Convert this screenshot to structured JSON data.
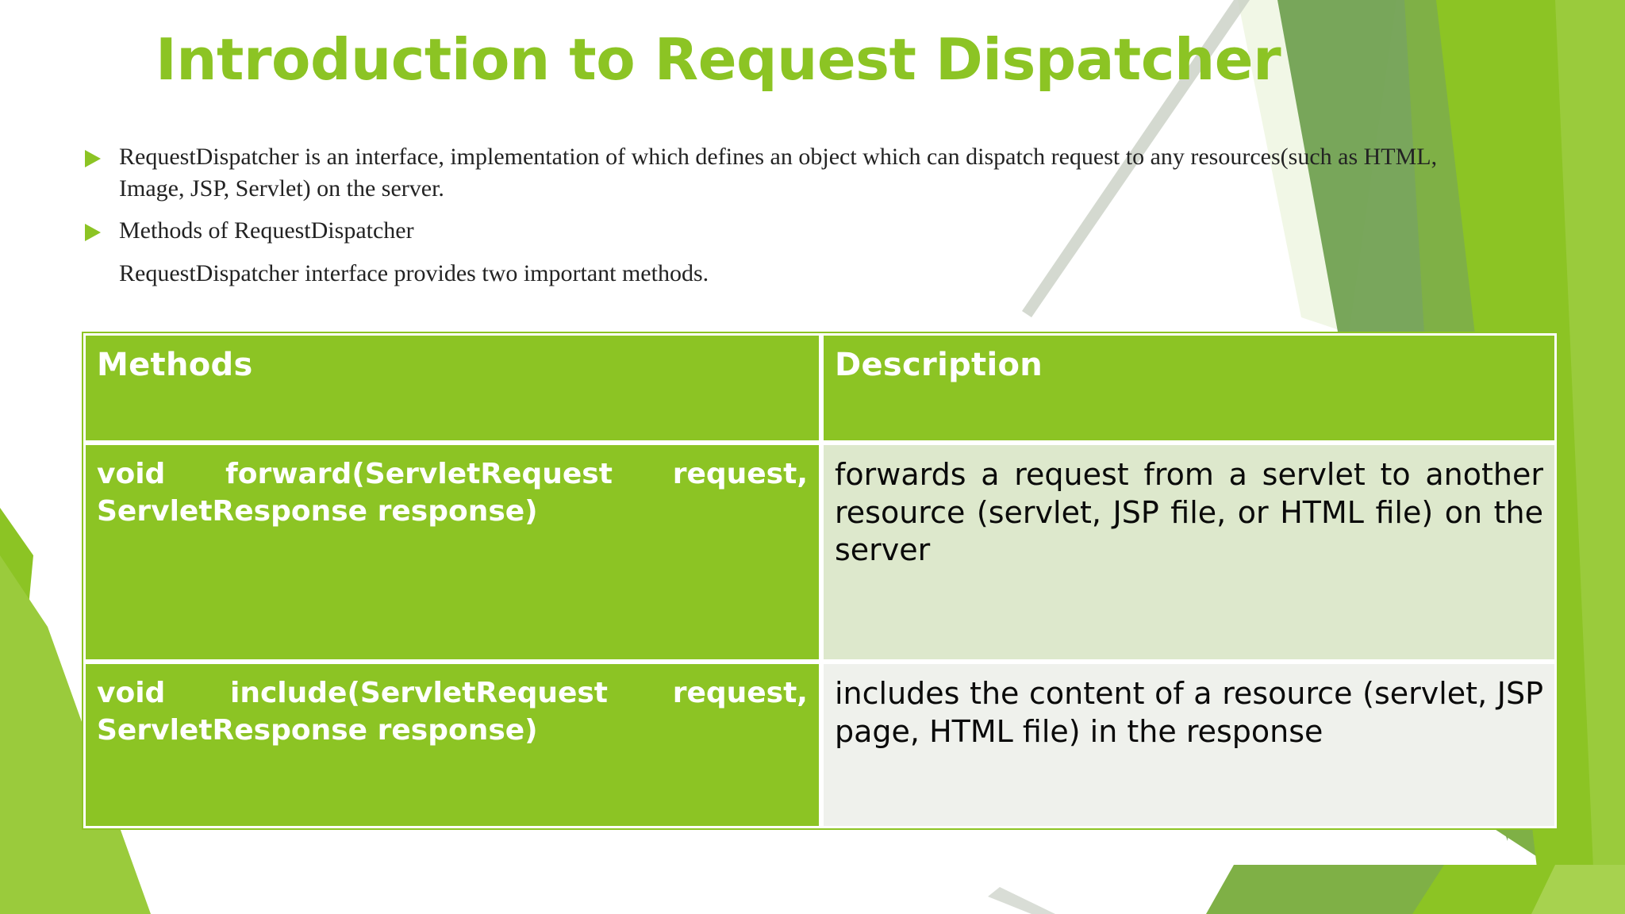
{
  "slide": {
    "title": "Introduction to Request Dispatcher",
    "accent_color": "#8CC424",
    "title_color": "#8CC424",
    "background_color": "#FFFFFF",
    "bullets": [
      {
        "marker": "triangle-right-bullet",
        "text": "RequestDispatcher is an interface, implementation of which defines an object which can dispatch request to any resources(such as HTML, Image, JSP, Servlet) on the server."
      },
      {
        "marker": "triangle-right-bullet",
        "text": "Methods of RequestDispatcher"
      }
    ],
    "plain_line": "RequestDispatcher interface provides two important methods."
  },
  "table": {
    "headers": [
      "Methods",
      "Description"
    ],
    "rows": [
      {
        "method": "void forward(ServletRequest request, ServletResponse response)",
        "description": "forwards a request from a servlet to another resource (servlet, JSP file, or HTML file) on the server",
        "method_bg": "#8CC424",
        "desc_bg": "#DDE8CC"
      },
      {
        "method": "void include(ServletRequest request, ServletResponse response)",
        "description": "includes the content of a resource (servlet, JSP page, HTML file) in the response",
        "method_bg": "#8CC424",
        "desc_bg": "#EFF1EC"
      }
    ],
    "header_bg": "#8CC424",
    "header_text_color": "#FFFFFF"
  },
  "decoration": {
    "shape_colors": [
      "#6E9E4E",
      "#7FB046",
      "#8CC424",
      "#9ACB3C",
      "#A7D24F",
      "#E8F2D8",
      "#F1F7E6"
    ],
    "names": [
      "top-right-dark-wedge",
      "top-right-mid-wedge",
      "top-right-bright-wedge",
      "top-right-pale-wedge",
      "left-edge-stripe",
      "bottom-right-wedge"
    ]
  }
}
